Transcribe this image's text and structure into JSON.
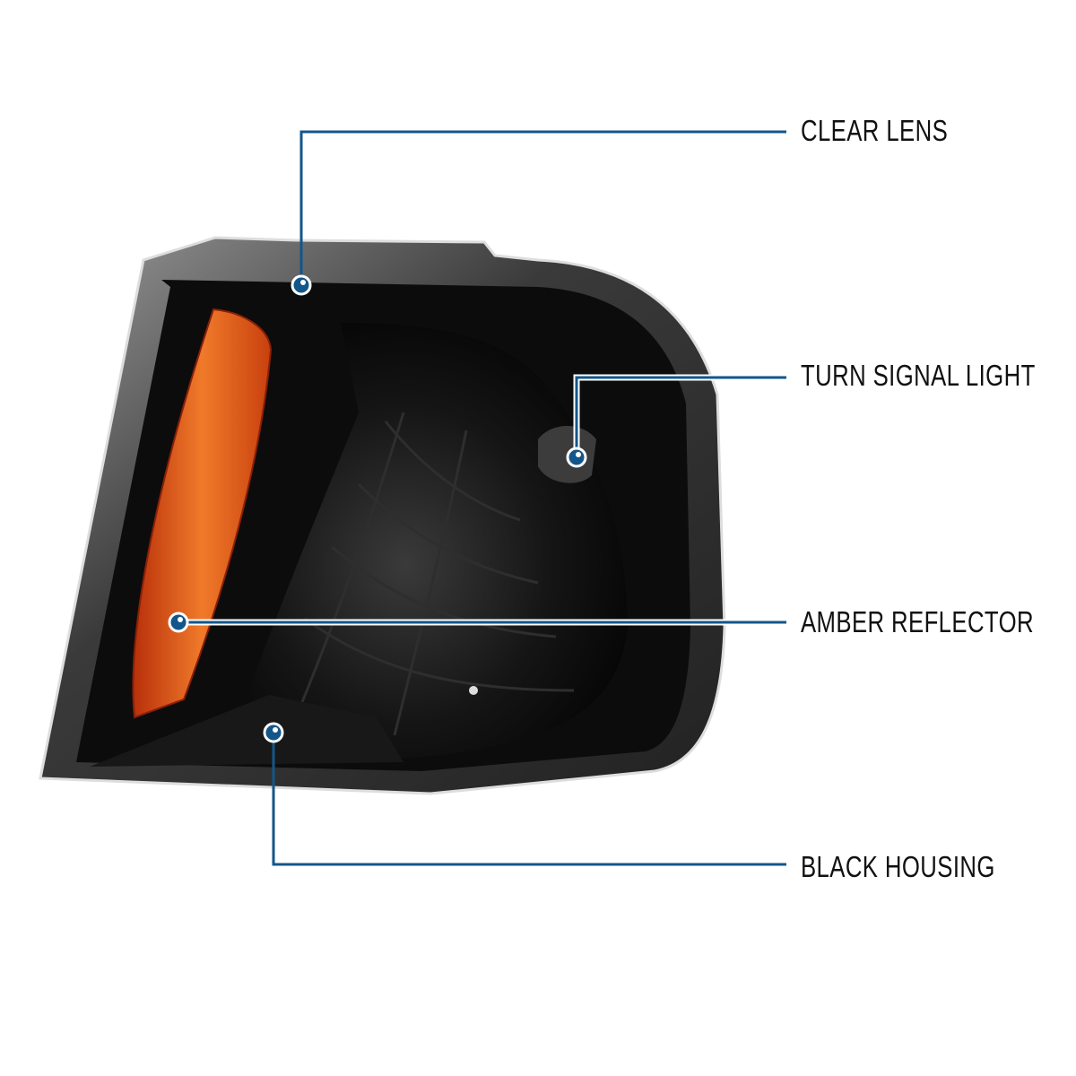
{
  "callouts": [
    {
      "id": "clear-lens",
      "label": "CLEAR LENS"
    },
    {
      "id": "turn-signal-light",
      "label": "TURN SIGNAL LIGHT"
    },
    {
      "id": "amber-reflector",
      "label": "AMBER REFLECTOR"
    },
    {
      "id": "black-housing",
      "label": "BLACK HOUSING"
    }
  ],
  "colors": {
    "callout_line": "#13568a",
    "amber": "#e0561a",
    "housing": "#111111"
  }
}
